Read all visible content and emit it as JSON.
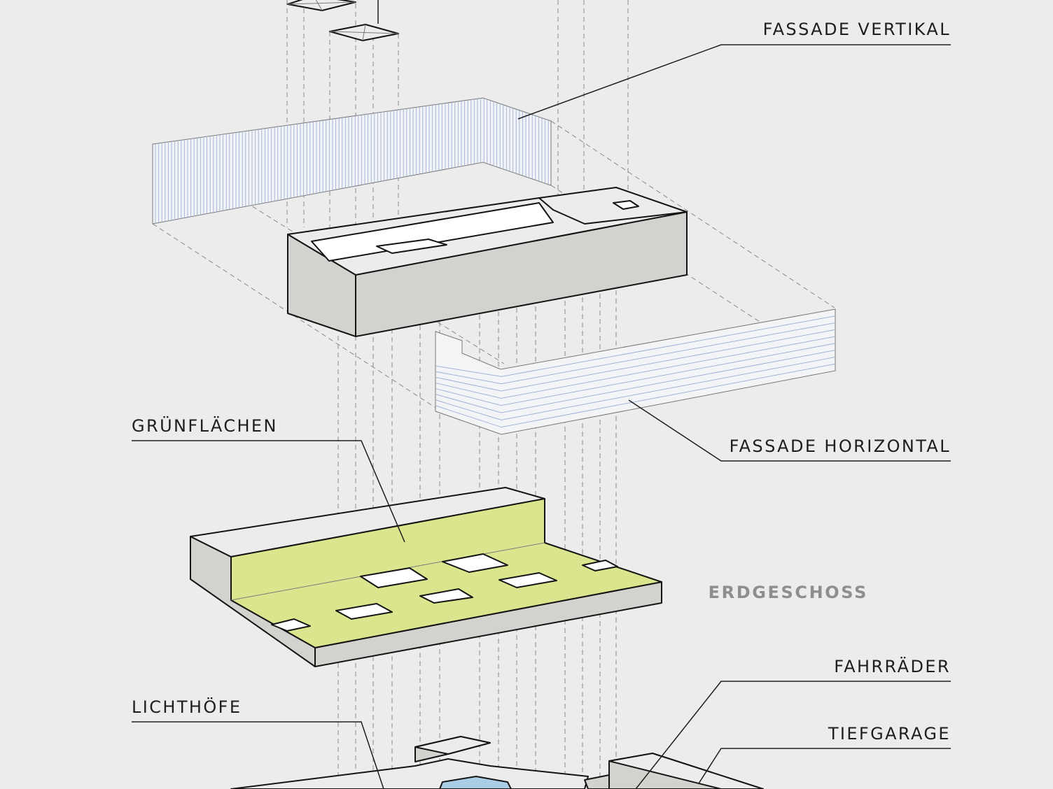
{
  "labels": {
    "fassade_vertikal": "FASSADE VERTIKAL",
    "gruenflaechen": "GRÜNFLÄCHEN",
    "fassade_horizontal": "FASSADE HORIZONTAL",
    "erdgeschoss": "ERDGESCHOSS",
    "fahrraeder": "FAHRRÄDER",
    "lichthoefe": "LICHTHÖFE",
    "tiefgarage": "TIEFGARAGE"
  },
  "colors": {
    "background": "#ececec",
    "solid": "#d3d2ce",
    "green_area": "#dbe58d",
    "light_well": "#a9cde6",
    "facade_lines": "#9fb2d8"
  }
}
